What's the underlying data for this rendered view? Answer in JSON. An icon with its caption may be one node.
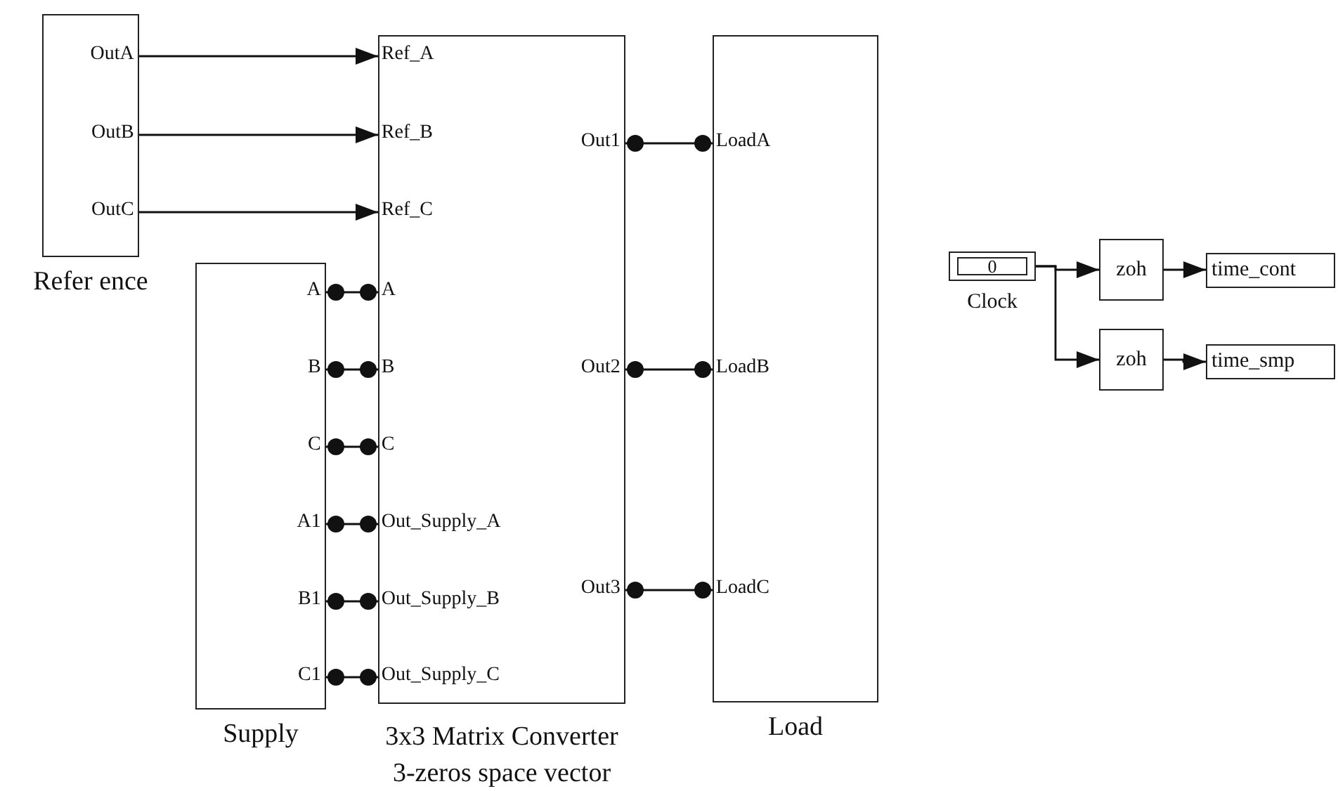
{
  "diagram": {
    "nodes": [
      {
        "text": [
          "Refer ence"
        ]
      },
      {
        "text": [
          "OutA"
        ],
        "in": 0
      },
      {
        "text": [
          "OutB"
        ],
        "in": 0
      },
      {
        "text": [
          "OutC"
        ],
        "in": 0
      },
      {
        "text": [
          "3x3 Matrix Converter",
          "3-zeros space vector"
        ]
      },
      {
        "text": [
          "Ref_A"
        ],
        "in": 4
      },
      {
        "text": [
          "Ref_B"
        ],
        "in": 4
      },
      {
        "text": [
          "Ref_C"
        ],
        "in": 4
      },
      {
        "text": [
          "A"
        ],
        "in": 4
      },
      {
        "text": [
          "B"
        ],
        "in": 4
      },
      {
        "text": [
          "C"
        ],
        "in": 4
      },
      {
        "text": [
          "Out_Supply_A"
        ],
        "in": 4
      },
      {
        "text": [
          "Out_Supply_B"
        ],
        "in": 4
      },
      {
        "text": [
          "Out_Supply_C"
        ],
        "in": 4
      },
      {
        "text": [
          "Out1"
        ],
        "in": 4
      },
      {
        "text": [
          "Out2"
        ],
        "in": 4
      },
      {
        "text": [
          "Out3"
        ],
        "in": 4
      },
      {
        "text": [
          "Supply"
        ]
      },
      {
        "text": [
          "A"
        ],
        "in": 17
      },
      {
        "text": [
          "B"
        ],
        "in": 17
      },
      {
        "text": [
          "C"
        ],
        "in": 17
      },
      {
        "text": [
          "A1"
        ],
        "in": 17
      },
      {
        "text": [
          "B1"
        ],
        "in": 17
      },
      {
        "text": [
          "C1"
        ],
        "in": 17
      },
      {
        "text": [
          "Load"
        ]
      },
      {
        "text": [
          "LoadA"
        ],
        "in": 24
      },
      {
        "text": [
          "LoadB"
        ],
        "in": 24
      },
      {
        "text": [
          "LoadC"
        ],
        "in": 24
      },
      {
        "text": [
          "0",
          "Clock"
        ]
      },
      {
        "text": [
          "zoh"
        ]
      },
      {
        "text": [
          "zoh"
        ]
      },
      {
        "text": [
          "time_cont"
        ]
      },
      {
        "text": [
          "time_smp"
        ]
      }
    ],
    "edges": [
      {
        "from": 1,
        "to": 5,
        "arrow": "to"
      },
      {
        "from": 2,
        "to": 6,
        "arrow": "to"
      },
      {
        "from": 3,
        "to": 7,
        "arrow": "to"
      },
      {
        "from": 18,
        "to": 8,
        "arrow": "other"
      },
      {
        "from": 19,
        "to": 9,
        "arrow": "other"
      },
      {
        "from": 20,
        "to": 10,
        "arrow": "other"
      },
      {
        "from": 21,
        "to": 11,
        "arrow": "other"
      },
      {
        "from": 22,
        "to": 12,
        "arrow": "other"
      },
      {
        "from": 23,
        "to": 13,
        "arrow": "other"
      },
      {
        "from": 14,
        "to": 25,
        "arrow": "other"
      },
      {
        "from": 15,
        "to": 26,
        "arrow": "other"
      },
      {
        "from": 16,
        "to": 27,
        "arrow": "other"
      },
      {
        "from": 28,
        "to": 29,
        "arrow": "to"
      },
      {
        "from": 28,
        "to": 30,
        "arrow": "to"
      },
      {
        "from": 29,
        "to": 31,
        "arrow": "to"
      },
      {
        "from": 30,
        "to": 32,
        "arrow": "to"
      }
    ]
  }
}
